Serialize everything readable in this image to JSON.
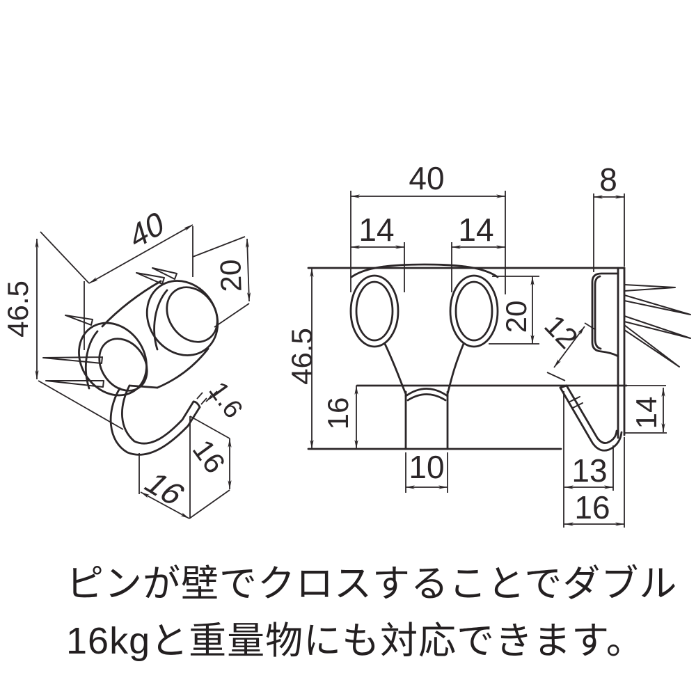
{
  "drawing": {
    "background_color": "#ffffff",
    "line_color": "#2b2628",
    "views": {
      "isometric": {
        "dims": {
          "height": "46.5",
          "width": "40",
          "boss_depth": "20",
          "wire_thickness": "1.6",
          "hook_height": "16",
          "hook_width": "16"
        }
      },
      "front": {
        "dims": {
          "width": "40",
          "pin_pitch_left": "14",
          "pin_pitch_right": "14",
          "height": "46.5",
          "boss_height": "20",
          "hook_height": "16",
          "hook_width": "10"
        }
      },
      "side": {
        "dims": {
          "depth": "8",
          "wall_gap": "12",
          "hook_height": "14",
          "hook_inner_width": "13",
          "hook_width": "16"
        }
      }
    }
  },
  "caption": {
    "line1": "ピンが壁でクロスすることでダブル",
    "line2": "16kgと重量物にも対応できます。"
  }
}
